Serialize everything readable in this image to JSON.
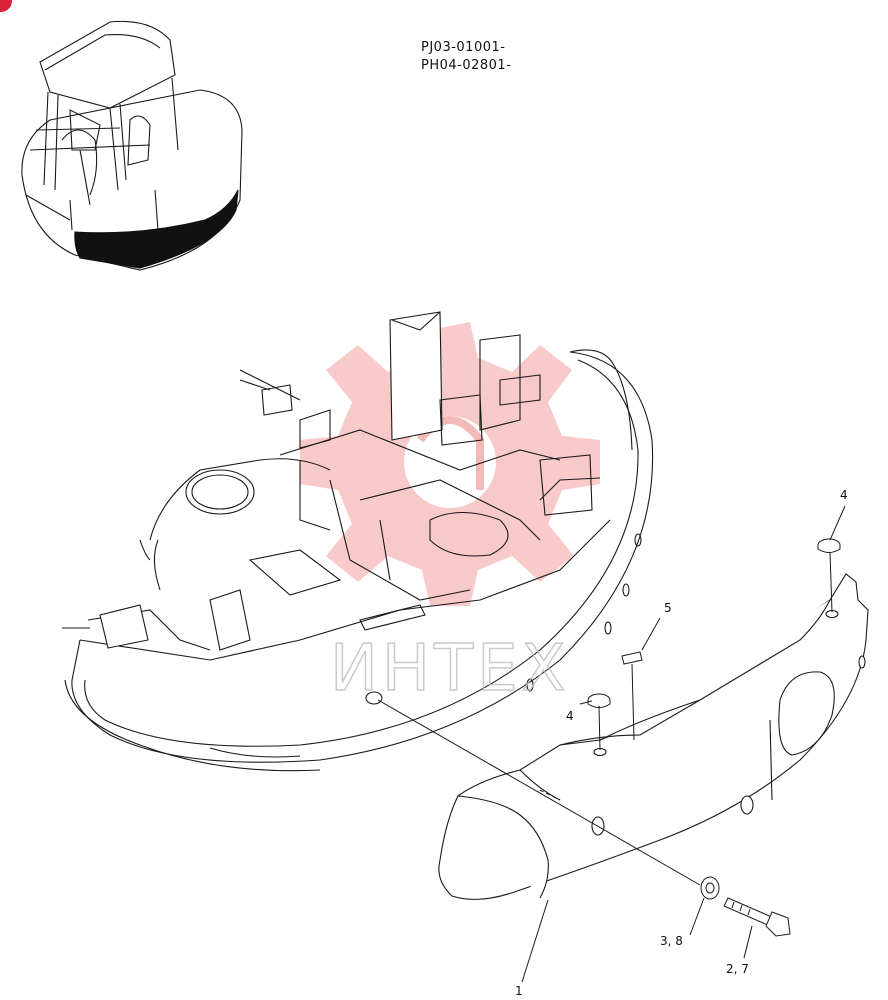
{
  "serials": [
    "PJ03-01001-",
    "PH04-02801-"
  ],
  "watermark": "ИНТЕХ",
  "callouts": {
    "c1": "1",
    "c27": "2, 7",
    "c38": "3, 8",
    "c4a": "4",
    "c4b": "4",
    "c5": "5"
  },
  "colors": {
    "line": "#1a1a1a",
    "highlight": "#111111",
    "watermark": "#f2a0a0",
    "badge": "#d9213a"
  }
}
